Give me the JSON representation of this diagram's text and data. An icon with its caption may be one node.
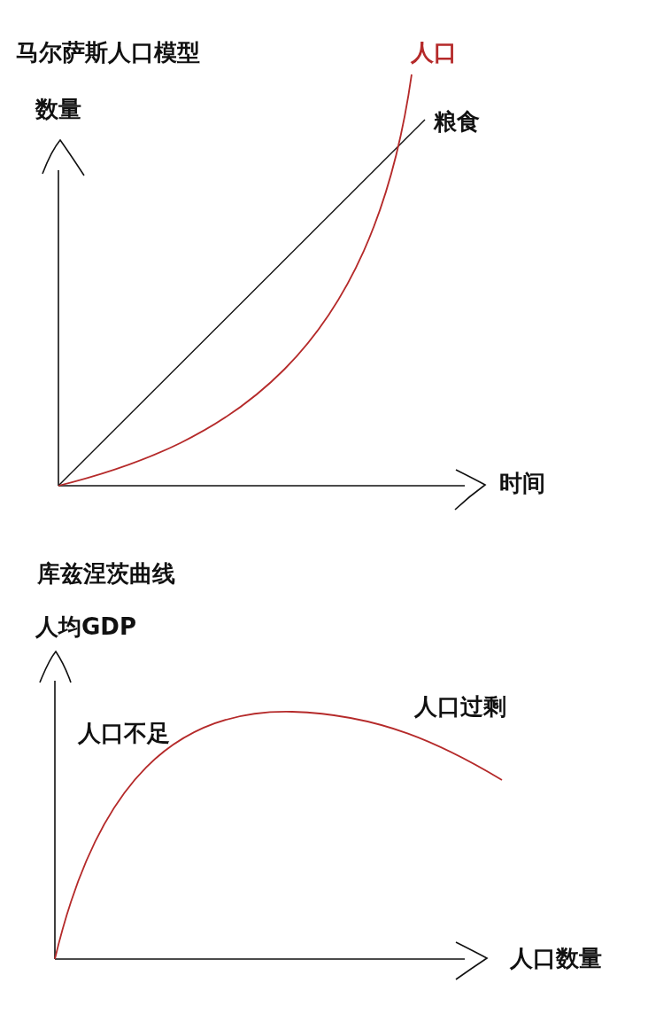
{
  "diagram": {
    "labels": [
      "马尔萨斯人口模型",
      "人口",
      "数量",
      "粮食",
      "时间",
      "库兹涅茨曲线",
      "人均GDP",
      "人口不足",
      "人口过剩",
      "人口数量"
    ]
  }
}
